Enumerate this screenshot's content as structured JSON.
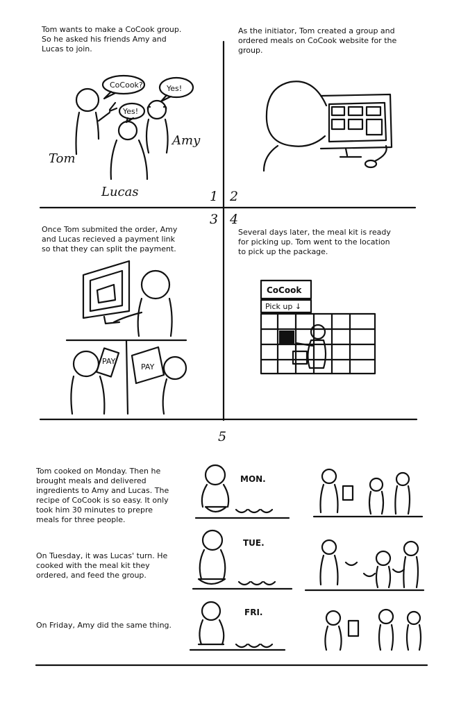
{
  "panel1": {
    "number": "1",
    "caption": "Tom wants to make a CoCook group.\nSo he asked his friends Amy and\nLucas to join.",
    "bubble_tom": "CoCook?",
    "bubble_amy": "Yes!",
    "bubble_lucas": "Yes!",
    "name_tom": "Tom",
    "name_amy": "Amy",
    "name_lucas": "Lucas"
  },
  "panel2": {
    "number": "2",
    "caption": "As the initiator, Tom created a group and\nordered meals on CoCook website for the\ngroup."
  },
  "panel3": {
    "number": "3",
    "caption": "Once Tom submited the order, Amy\nand Lucas recieved a payment link\nso that they can split the payment.",
    "phone_text": "PAY",
    "tablet_text": "PAY"
  },
  "panel4": {
    "number": "4",
    "caption": "Several days later, the meal kit is ready\nfor picking up. Tom went to the location\nto pick up the package.",
    "sign_brand": "CoCook",
    "sign_pickup": "Pick up ↓"
  },
  "panel5": {
    "number": "5",
    "rows": [
      {
        "day": "MON.",
        "text": "Tom cooked on Monday. Then he\nbrought meals and delivered\ningredients to Amy and Lucas. The\nrecipe of CoCook is so easy. It only\ntook him 30 minutes to prepre\nmeals for three people."
      },
      {
        "day": "TUE.",
        "text": "On Tuesday, it was Lucas' turn. He\ncooked with the meal kit they\nordered, and feed the group."
      },
      {
        "day": "FRI.",
        "text": "On Friday, Amy did the same thing."
      }
    ]
  }
}
